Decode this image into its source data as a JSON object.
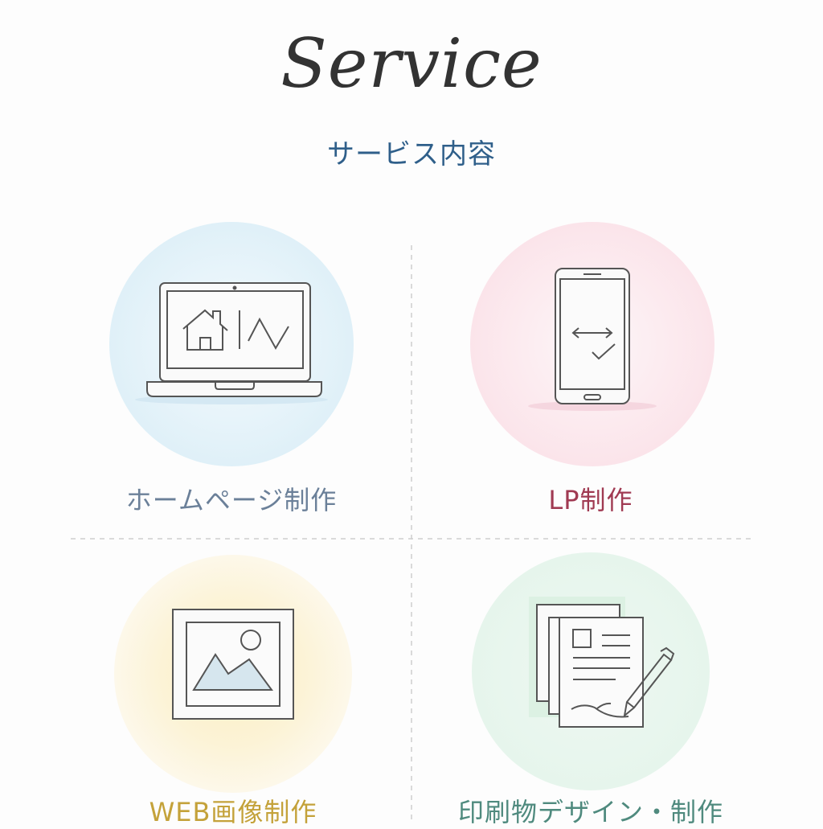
{
  "header": {
    "title": "Service",
    "subtitle": "サービス内容"
  },
  "services": [
    {
      "label": "ホームページ制作",
      "icon": "laptop-icon",
      "color": "#6b8099",
      "bg": "#e1f1f8"
    },
    {
      "label": "LP制作",
      "icon": "smartphone-icon",
      "color": "#a03a52",
      "bg": "#fbe6ec"
    },
    {
      "label": "WEB画像制作",
      "icon": "image-frame-icon",
      "color": "#c4a23a",
      "bg": "#fbf1cf"
    },
    {
      "label": "印刷物デザイン・制作",
      "icon": "documents-pen-icon",
      "color": "#4f8a7e",
      "bg": "#e3f4ea"
    }
  ]
}
